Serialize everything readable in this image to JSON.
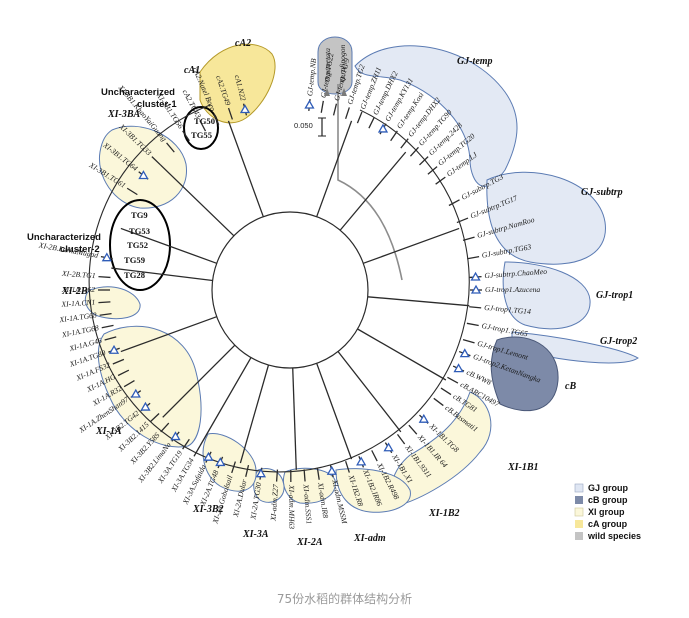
{
  "caption": "75份水稻的群体结构分析",
  "scale_label": "0.050",
  "legend": [
    {
      "label": "GJ group",
      "color": "#dfe6f3"
    },
    {
      "label": "cB group",
      "color": "#7d8aa8"
    },
    {
      "label": "XI group",
      "color": "#fbf7da"
    },
    {
      "label": "cA group",
      "color": "#f7e79a"
    },
    {
      "label": "wild species",
      "color": "#c4c4c4"
    }
  ],
  "group_labels": {
    "gj_temp": "GJ-temp",
    "gj_subtrp": "GJ-subtrp",
    "gj_trop1": "GJ-trop1",
    "gj_trop2": "GJ-trop2",
    "cb": "cB",
    "xi_1b1": "XI-1B1",
    "xi_1b2": "XI-1B2",
    "xi_adm": "XI-adm",
    "xi_2a": "XI-2A",
    "xi_3a": "XI-3A",
    "xi_3b2": "XI-3B2",
    "xi_1a": "XI-1A",
    "xi_2b": "XI-2B",
    "xi_3ba": "XI-3BA",
    "ca1": "cA1",
    "ca2": "cA2"
  },
  "clusters": {
    "c1_line1": "Uncharacterized",
    "c1_line2": "cluster-1",
    "c2_line1": "Uncharacterized",
    "c2_line2": "cluster-2"
  },
  "leaves": {
    "wild": [
      "O.punctata",
      "O.rufipogon"
    ],
    "gj_temp": [
      "GJ-temp.NB",
      "GJ-temp.TG22",
      "GJ-temp.TG 9",
      "GJ-temp.TG2",
      "GJ-temp.ZH11",
      "GJ-temp.DHX2",
      "GJ-temp.KY131",
      "GJ-temp.Kosi",
      "GJ-temp.DHX2",
      "GJ-temp.TG90",
      "GJ-temp.2428",
      "GJ-temp.TG20",
      "GJ-temp.LJ"
    ],
    "gj_subtrp": [
      "GJ-subtrp.TG3",
      "GJ-subtrp.TG17",
      "GJ-subtrp.NamRoo",
      "GJ-subtrp.TG63",
      "GJ-subtrp.ChaoMeo"
    ],
    "gj_trop1": [
      "GJ-trop1.Azucena",
      "GJ-trop1.TG14",
      "GJ-trop1.TG65",
      "GJ-trop1.Lemont"
    ],
    "gj_trop2": [
      "GJ-trop2.KetanNangka"
    ],
    "cb": [
      "cB.WW8",
      "cB.ARC10497",
      "cB.TG81",
      "cB.Basmati1"
    ],
    "xi_1b1": [
      "XI-1B1.TG8",
      "XI-1B1.IR 64",
      "XI-1B1.9311",
      "XI-1B1.X1"
    ],
    "xi_1b2": [
      "XI-1B2.R498",
      "XI-1B2.IR86",
      "XI-1B2.R8"
    ],
    "xi_adm": [
      "XI-adm.MSSM",
      "XI-adm.IR8",
      "XI-adm.SSS1",
      "XI-adm.MH63",
      "XI-adm.Z27"
    ],
    "xi_2a": [
      "XI-2A.TG30",
      "XI-2A.Dular",
      "XI-2A.Gobolsail",
      "XI-2A.TG48"
    ],
    "xi_3a": [
      "XI-3A.Sufaida",
      "XI-3A.TG34",
      "XI-3A.TG19"
    ],
    "xi_3b2": [
      "XI-3B2.LimaNo",
      "XI-3B2.Y58S",
      "XI-3B2.1415",
      "XI-3B2.TG42"
    ],
    "xi_1a": [
      "XI-1A.ZhenShan97",
      "XI-1A.R32",
      "XI-1A.HG",
      "XI-1A.FS32",
      "XI-1A.TG80",
      "XI-1A.G46",
      "XI-1A.TG68",
      "XI-1A.TG68",
      "XI-1A.CN1",
      "XI-1A.D62"
    ],
    "xi_2b": [
      "XI-2B.TG1",
      "XI-2B.LarhaMugad"
    ],
    "xi_3b1": [
      "XI-3B1.TG61",
      "XI-3B1.TG64",
      "XI-3B1.TG33",
      "XI-3B1.KhaoYaiGuang",
      "XI-3B1.TG56"
    ],
    "ca": [
      "cA2.TG43",
      "cA2.Natel Boro",
      "cA2.TG49",
      "cA1.N22"
    ],
    "cluster1": [
      "TG50",
      "TG55"
    ],
    "cluster2": [
      "TG9",
      "TG53",
      "TG52",
      "TG59",
      "TG28"
    ]
  }
}
